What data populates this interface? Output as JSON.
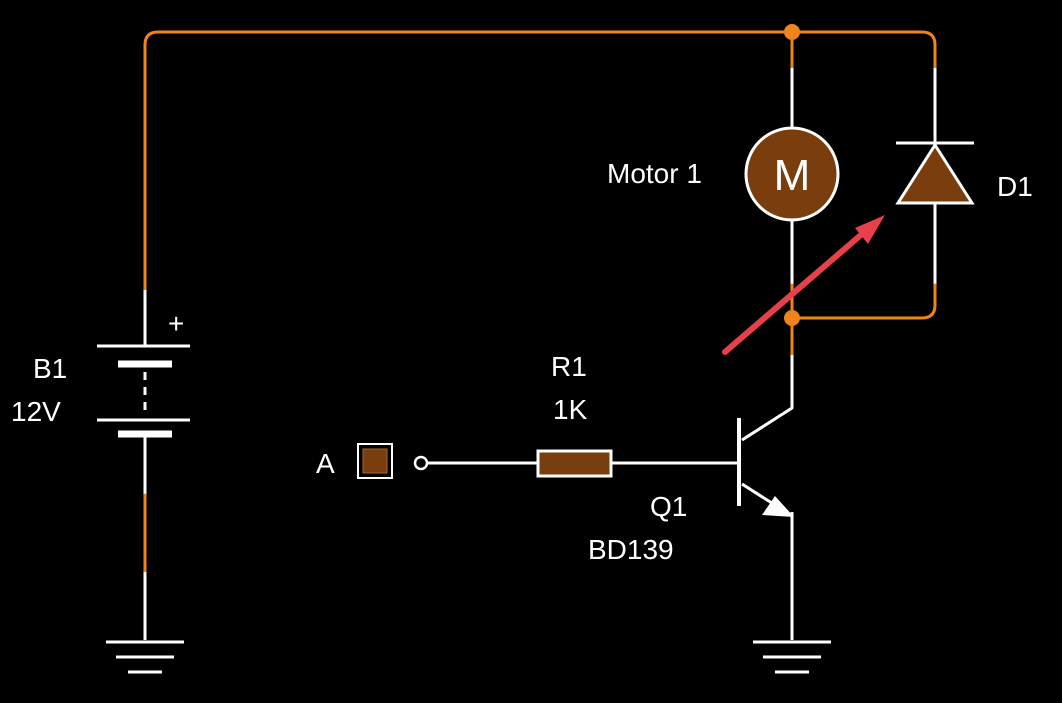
{
  "labels": {
    "battery_name": "B1",
    "battery_value": "12V",
    "battery_plus": "+",
    "motor_name": "Motor 1",
    "motor_glyph": "M",
    "diode_name": "D1",
    "resistor_name": "R1",
    "resistor_value": "1K",
    "transistor_name": "Q1",
    "transistor_value": "BD139",
    "input_name": "A"
  },
  "colors": {
    "background": "#000000",
    "energized_wire": "#f0841c",
    "ground_wire": "#ffffff",
    "component_fill": "#7a3e0e",
    "annotation_arrow": "#e8404a"
  },
  "icons": {
    "motor": "motor-icon",
    "diode": "diode-icon",
    "resistor": "resistor-icon",
    "battery": "battery-icon",
    "transistor": "npn-transistor-icon",
    "ground": "ground-icon",
    "switch": "input-switch-icon"
  }
}
